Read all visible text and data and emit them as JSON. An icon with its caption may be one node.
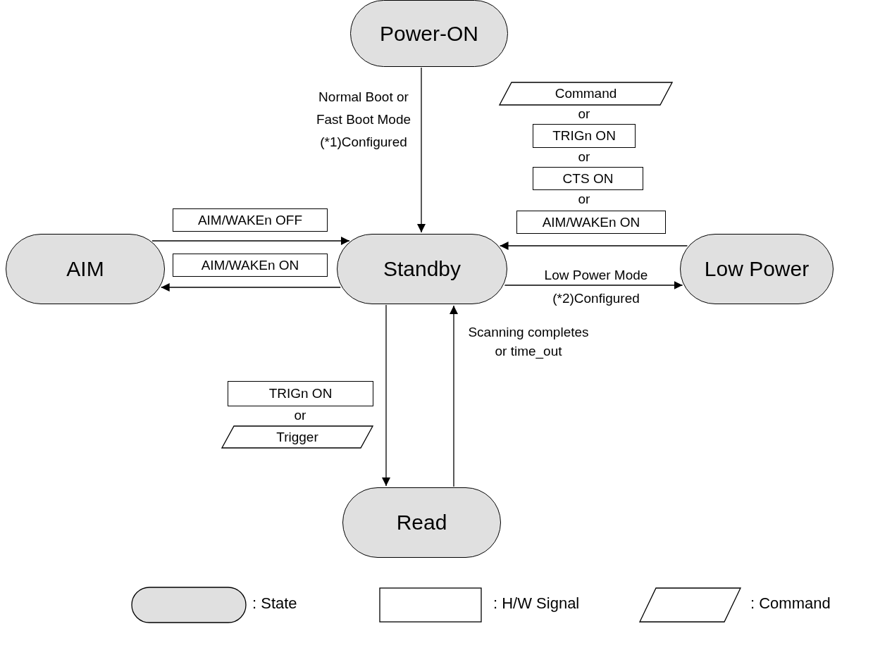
{
  "diagram": {
    "nodes": [
      {
        "text": [
          "Power-ON"
        ]
      },
      {
        "text": [
          "AIM"
        ]
      },
      {
        "text": [
          "Standby"
        ]
      },
      {
        "text": [
          "Low Power"
        ]
      },
      {
        "text": [
          "Read"
        ]
      },
      {
        "text": [
          "Command"
        ]
      },
      {
        "text": [
          "TRIGn ON"
        ]
      },
      {
        "text": [
          "CTS ON"
        ]
      },
      {
        "text": [
          "AIM/WAKEn ON"
        ]
      },
      {
        "text": [
          "AIM/WAKEn OFF"
        ]
      },
      {
        "text": [
          "AIM/WAKEn ON"
        ]
      },
      {
        "text": [
          "TRIGn ON"
        ]
      },
      {
        "text": [
          "Trigger"
        ]
      }
    ],
    "edges": [
      {
        "from": 0,
        "to": 2,
        "arrow": "to",
        "label": "Normal Boot or Fast Boot Mode (*1)Configured"
      },
      {
        "from": 1,
        "to": 2,
        "arrow": "to"
      },
      {
        "from": 2,
        "to": 1,
        "arrow": "to"
      },
      {
        "from": 3,
        "to": 2,
        "arrow": "to"
      },
      {
        "from": 2,
        "to": 3,
        "arrow": "to",
        "label": "Low Power Mode (*2)Configured"
      },
      {
        "from": 2,
        "to": 4,
        "arrow": "to"
      },
      {
        "from": 4,
        "to": 2,
        "arrow": "to",
        "label": "Scanning completes or time_out"
      }
    ],
    "labels": [
      "or",
      "or",
      "or",
      "or"
    ],
    "legend": [
      {
        "text": ": State"
      },
      {
        "text": ": H/W Signal"
      },
      {
        "text": ": Command"
      }
    ]
  }
}
